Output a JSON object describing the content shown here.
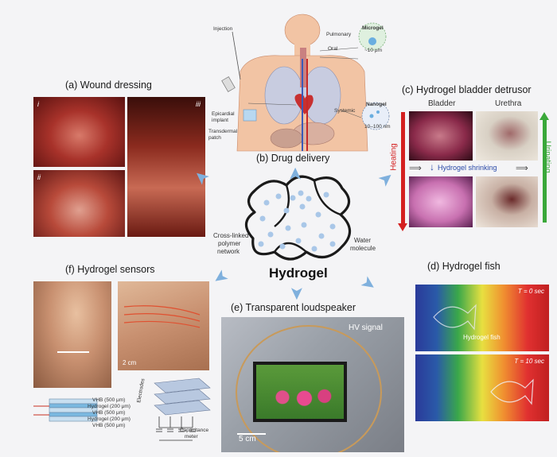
{
  "panels": {
    "a": {
      "title": "(a)  Wound dressing",
      "subpanels": [
        "i",
        "ii",
        "iii"
      ]
    },
    "b": {
      "title": "(b)  Drug delivery",
      "labels": {
        "injection": "Injection",
        "pulmonary": "Pulmonary",
        "oral": "Oral",
        "microgel": "Microgel",
        "microgel_size": "~10 μm",
        "nanogel": "Nanogel",
        "nanogel_size": "10–100 nm",
        "systemic": "Systemic",
        "epicardial_line1": "Epicardial",
        "epicardial_line2": "implant",
        "transdermal_line1": "Transdermal",
        "transdermal_line2": "patch"
      }
    },
    "c": {
      "title": "(c)  Hydrogel bladder detrusor",
      "bladder": "Bladder",
      "urethra": "Urethra",
      "heating": "Heating",
      "urinating": "Urinating",
      "shrinking": "Hydrogel shrinking"
    },
    "center": {
      "title": "Hydrogel",
      "crosslinked_line1": "Cross-linked",
      "crosslinked_line2": "polymer",
      "crosslinked_line3": "network",
      "water_line1": "Water",
      "water_line2": "molecule"
    },
    "d": {
      "title": "(d)  Hydrogel fish",
      "t0": "T = 0 sec",
      "t10": "T = 10 sec",
      "fish_label": "Hydrogel fish"
    },
    "e": {
      "title": "(e)  Transparent loudspeaker",
      "hv_signal": "HV signal",
      "scale": "5 cm"
    },
    "f": {
      "title": "(f)  Hydrogel sensors",
      "scale": "2 cm",
      "layers": [
        "VHB (500 μm)",
        "Hydrogel (200 μm)",
        "VHB (500 μm)",
        "Hydrogel (200 μm)",
        "VHB (500 μm)"
      ],
      "electrodes": "Electrodes",
      "capacitance_line1": "Capacitance",
      "capacitance_line2": "meter"
    }
  },
  "colors": {
    "arrow": "#7fb0dd",
    "heating": "#d42020",
    "urinating": "#3aa83a",
    "shrinking_arrow": "#2a4aa8",
    "hydrogel_dot": "#a9c7e8"
  }
}
